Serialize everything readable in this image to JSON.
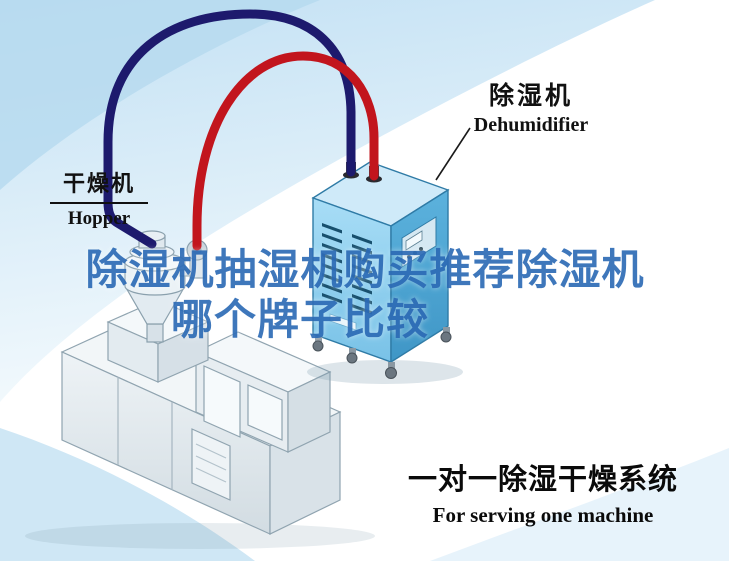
{
  "diagram": {
    "dehumidifier_label": {
      "cn": "除湿机",
      "en": "Dehumidifier"
    },
    "hopper_label": {
      "cn": "干燥机",
      "en": "Hopper"
    },
    "watermark": {
      "line1": "除湿机抽湿机购买推荐除湿机",
      "line2": "哪个牌子比较"
    },
    "caption": {
      "cn": "一对一除湿干燥系统",
      "en": "For serving one machine"
    }
  },
  "colors": {
    "pipe_red": "#c2151d",
    "pipe_navy": "#1d1a6d",
    "dehumidifier_front": "#8ecdec",
    "dehumidifier_side": "#4ba3d4",
    "dehumidifier_top": "#cfeaf9",
    "watermark_blue": "#2e6cb6",
    "background_tint": "#bedff2"
  }
}
